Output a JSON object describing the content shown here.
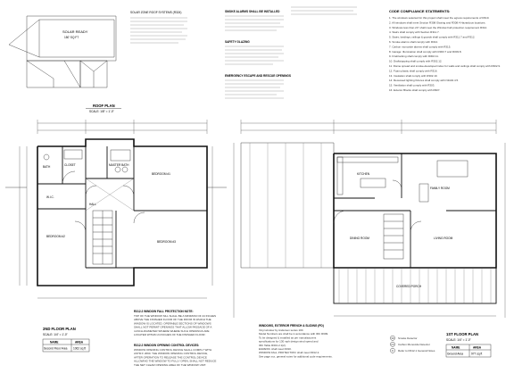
{
  "roof_plan": {
    "solar_label_1": "SOLAR READY",
    "solar_label_2": "150' SQ FT",
    "solar_notes_title": "SOLAR ZONE ROOF SYSTEMS (R324)",
    "title": "ROOF PLAN",
    "scale": "SCALE: 1/8\" = 1'-0\""
  },
  "notes_top": {
    "smoke_title": "SMOKE ALARMS SHALL BE INSTALLED",
    "safety_title": "SAFETY GLAZING",
    "egress_title": "EMERGENCY ESCAPE AND RESCUE OPENINGS"
  },
  "code_compliance": {
    "title": "CODE COMPLIANCE STATEMENTS:",
    "items": [
      "1. The windows selected for this project shall meet the egress requirements of R310.",
      "2. All windows shall meet Section R308 Glazing and R308.4 Hazardous locations.",
      "3. Windows less than 24\" shall meet the Window Fall protection requirement R312.",
      "4. Stairs shall comply with Section R311.7.",
      "5. Stairs, landings, railings & guards shall comply with R311.7 and R312.",
      "6. Smoke alarms shall comply with R314.",
      "7. Carbon monoxide alarms shall comply with R315.",
      "8. Garage: Illumination shall comply with R303.7 and R303.8.",
      "9. Fireblocking shall comply with R302.11.",
      "10. Draftstopping shall comply with R302.12.",
      "11. Flame spread and smoke-developed index for walls and ceilings shall comply with R302.9.",
      "12. Foam plastic shall comply with R316.",
      "13. Insulation shall comply with R302.10.",
      "14. Recessed lighting fixtures shall comply with N1102.4.5.",
      "15. Ventilation shall comply with R303.",
      "16. Exterior Blocks shall comply with R907."
    ]
  },
  "second_floor": {
    "rooms": {
      "bath": "BATH",
      "master_bath": "MASTER BATH",
      "bedroom_1": "BEDROOM #1",
      "bedroom_2": "BEDROOM #2",
      "bedroom_3": "BEDROOM #3",
      "wic": "W.I.C.",
      "hall": "HALL",
      "closet": "CLOSET"
    },
    "title": "2ND FLOOR PLAN",
    "scale": "SCALE: 1/4\" = 1'-0\"",
    "table": {
      "col_name": "NAME",
      "col_area": "AREA",
      "row_name": "Second Floor Area",
      "row_area": "1062 sq ft"
    }
  },
  "first_floor": {
    "rooms": {
      "kitchen": "KITCHEN",
      "family": "FAMILY ROOM",
      "dining": "DINING ROOM",
      "living": "LIVING ROOM",
      "porch": "COVERED PORCH"
    },
    "title": "1ST FLOOR PLAN",
    "scale": "SCALE: 1/4\" = 1'-0\"",
    "table": {
      "col_name": "NAME",
      "col_area": "AREA",
      "row_name": "Ground Area",
      "row_area": "977 sq ft"
    }
  },
  "notes_bottom": {
    "fall_title": "R312.2 WINDOW FALL PROTECTION NOTE:",
    "fall_lines": [
      "TOP OF THE WINDOW SILL SHALL BE A MINIMUM OF 24 INCHES",
      "ABOVE THE FINISHED FLOOR OF THE ROOM IN WHICH THE",
      "WINDOW IS LOCATED. OPERABLE SECTIONS OF WINDOWS",
      "SHALL NOT PERMIT OPENINGS THAT ALLOW PASSAGE OF A",
      "4-INCH-DIAMETER SPHERE WHERE SUCH OPENINGS ARE",
      "LOCATED WITHIN 24 INCHES OF THE FINISHED FLOOR."
    ],
    "opening_title": "R312.2 WINDOW OPENING CONTROL DEVICES:",
    "opening_lines": [
      "WINDOW OPENING CONTROL DEVICE SHALL COMPLY WITH",
      "ASTM F 2090. THE WINDOW OPENING CONTROL DEVICE,",
      "AFTER OPERATION TO RELEASE THE CONTROL DEVICE",
      "ALLOWING THE WINDOW TO FULLY OPEN, SHALL NOT REDUCE",
      "THE NET CLEAR OPENING AREA OF THE WINDOW UNIT."
    ],
    "windows_title": "WINDOWS, EXTERIOR FRENCH & SLIDING (PD)",
    "windows_lines": [
      "Vinyl window by Andersen series 100.",
      "Model Numbers are shall be in accordance with IRC R609.",
      "To be designed & installed as per manufacturers",
      "specifications for 130 mph design wind speed and",
      "IRC Table R301.2.1(2).",
      "EGRESS: shall meet R310.",
      "WINDOW FALL PROTECTION: shall meet R312.2.",
      "See page xxx, general notes for additional code requirements."
    ],
    "legend": [
      {
        "symbol": "SD",
        "label": "Smoke Detector"
      },
      {
        "symbol": "CO",
        "label": "Carbon Monoxide Detector"
      },
      {
        "symbol": "R",
        "label": "Refer to R312.1 General Notes"
      }
    ]
  }
}
